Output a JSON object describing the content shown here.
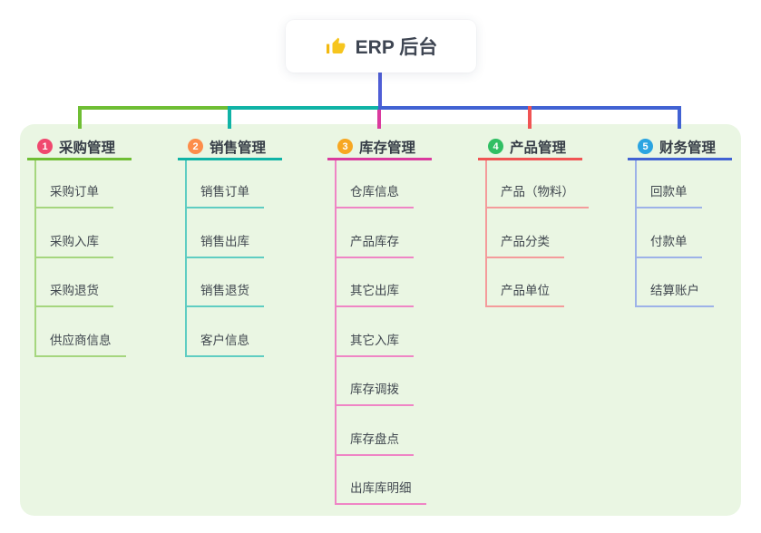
{
  "root": {
    "label": "ERP 后台",
    "icon": "thumbs-up"
  },
  "connectors": {
    "stem_color": "#4f5ed6"
  },
  "canvas": {
    "panel_bg": "#eaf6e3",
    "page_bg": "#ffffff"
  },
  "branches": [
    {
      "index": "1",
      "label": "采购管理",
      "colors": {
        "badge": "#f0486f",
        "line": "#6fbe34",
        "child_line": "#a5d67e"
      },
      "children": [
        "采购订单",
        "采购入库",
        "采购退货",
        "供应商信息"
      ]
    },
    {
      "index": "2",
      "label": "销售管理",
      "colors": {
        "badge": "#fd8d4a",
        "line": "#10b3a6",
        "child_line": "#5fcdc2"
      },
      "children": [
        "销售订单",
        "销售出库",
        "销售退货",
        "客户信息"
      ]
    },
    {
      "index": "3",
      "label": "库存管理",
      "colors": {
        "badge": "#f7a722",
        "line": "#da3a9e",
        "child_line": "#ef85c5"
      },
      "children": [
        "仓库信息",
        "产品库存",
        "其它出库",
        "其它入库",
        "库存调拨",
        "库存盘点",
        "出库库明细"
      ]
    },
    {
      "index": "4",
      "label": "产品管理",
      "colors": {
        "badge": "#31bf64",
        "line": "#f05454",
        "child_line": "#f49b9b"
      },
      "children": [
        "产品（物料）",
        "产品分类",
        "产品单位"
      ]
    },
    {
      "index": "5",
      "label": "财务管理",
      "colors": {
        "badge": "#2ba4e1",
        "line": "#4162d3",
        "child_line": "#9db2e8"
      },
      "children": [
        "回款单",
        "付款单",
        "结算账户"
      ]
    }
  ]
}
